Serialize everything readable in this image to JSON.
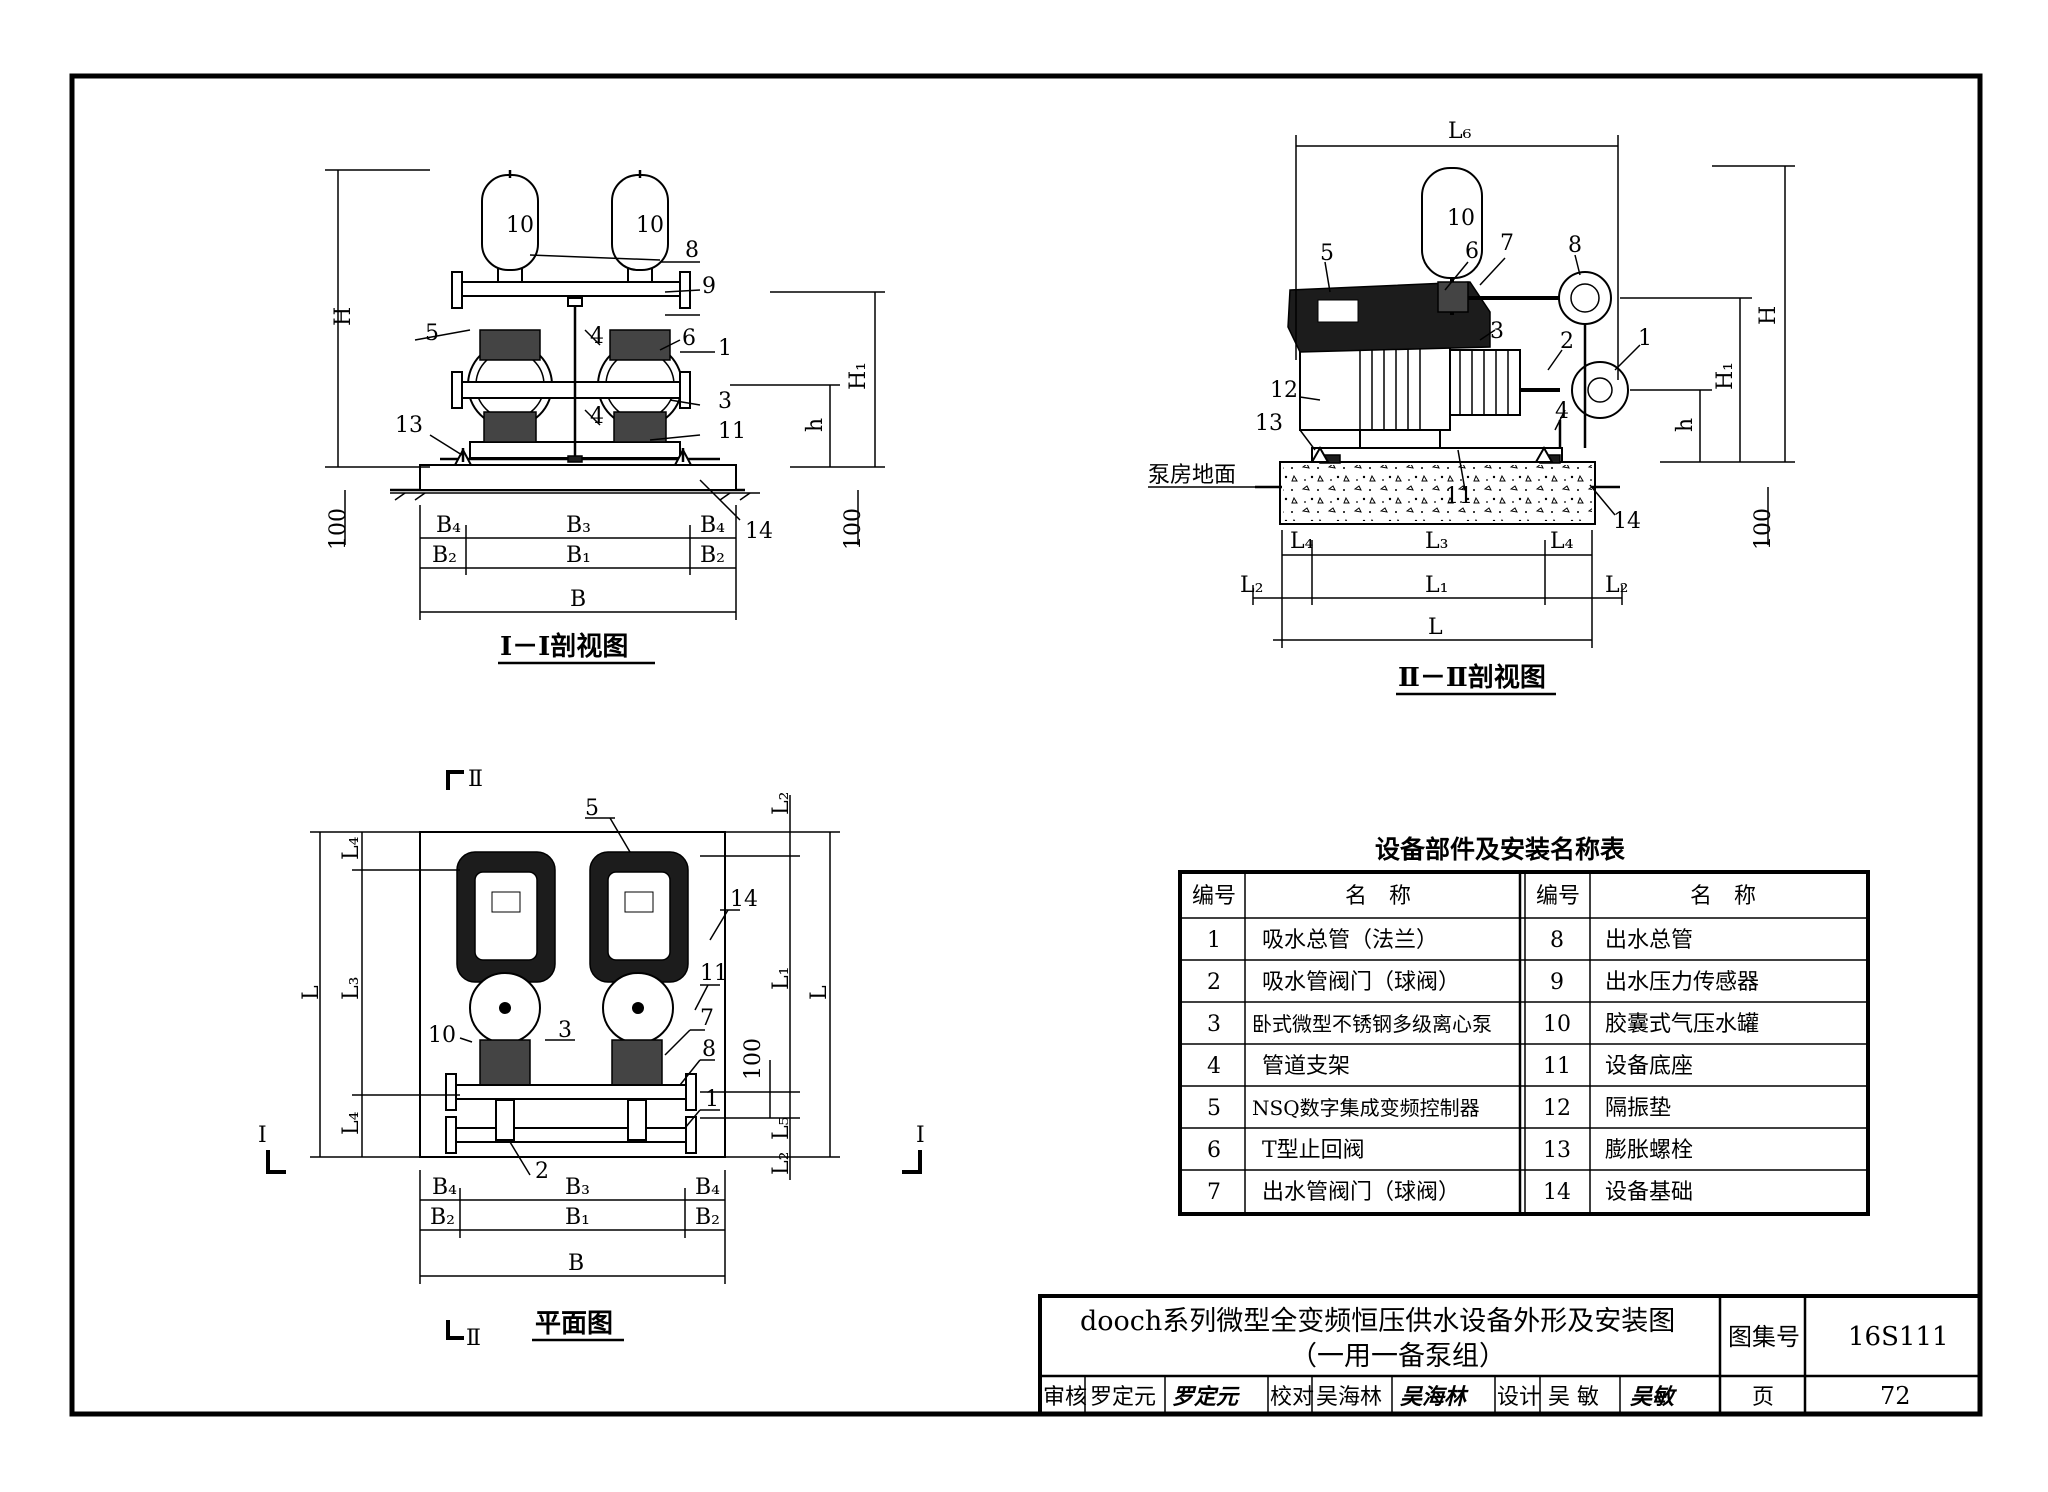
{
  "views": {
    "section1_title": "Ⅰ－Ⅰ剖视图",
    "section2_title": "Ⅱ－Ⅱ剖视图",
    "plan_title": "平面图",
    "floor_label": "泵房地面",
    "cut_mark_1": "Ⅰ",
    "cut_mark_2": "Ⅱ"
  },
  "dimensions": {
    "H": "H",
    "H1": "H₁",
    "h": "h",
    "v100": "100",
    "B": "B",
    "B1": "B₁",
    "B2": "B₂",
    "B3": "B₃",
    "B4": "B₄",
    "L": "L",
    "L1": "L₁",
    "L2": "L₂",
    "L3": "L₃",
    "L4": "L₄",
    "L5": "L₅",
    "L6": "L₆"
  },
  "callouts": [
    "1",
    "2",
    "3",
    "4",
    "5",
    "6",
    "7",
    "8",
    "9",
    "10",
    "11",
    "12",
    "13",
    "14"
  ],
  "parts_table": {
    "title": "设备部件及安装名称表",
    "headers": [
      "编号",
      "名　称",
      "编号",
      "名　称"
    ],
    "rows": [
      {
        "no_a": "1",
        "name_a": "吸水总管（法兰）",
        "no_b": "8",
        "name_b": "出水总管"
      },
      {
        "no_a": "2",
        "name_a": "吸水管阀门（球阀）",
        "no_b": "9",
        "name_b": "出水压力传感器"
      },
      {
        "no_a": "3",
        "name_a": "卧式微型不锈钢多级离心泵",
        "no_b": "10",
        "name_b": "胶囊式气压水罐"
      },
      {
        "no_a": "4",
        "name_a": "管道支架",
        "no_b": "11",
        "name_b": "设备底座"
      },
      {
        "no_a": "5",
        "name_a": "NSQ数字集成变频控制器",
        "no_b": "12",
        "name_b": "隔振垫"
      },
      {
        "no_a": "6",
        "name_a": "T型止回阀",
        "no_b": "13",
        "name_b": "膨胀螺栓"
      },
      {
        "no_a": "7",
        "name_a": "出水管阀门（球阀）",
        "no_b": "14",
        "name_b": "设备基础"
      }
    ]
  },
  "title_block": {
    "title_line1": "dooch系列微型全变频恒压供水设备外形及安装图",
    "title_line2": "（一用一备泵组）",
    "atlas_label": "图集号",
    "atlas_no": "16S111",
    "review_label": "审核",
    "reviewer": "罗定元",
    "reviewer_sig": "罗定元",
    "check_label": "校对",
    "checker": "吴海林",
    "checker_sig": "吴海林",
    "design_label": "设计",
    "designer": "吴 敏",
    "designer_sig": "吴敏",
    "page_label": "页",
    "page_no": "72"
  }
}
